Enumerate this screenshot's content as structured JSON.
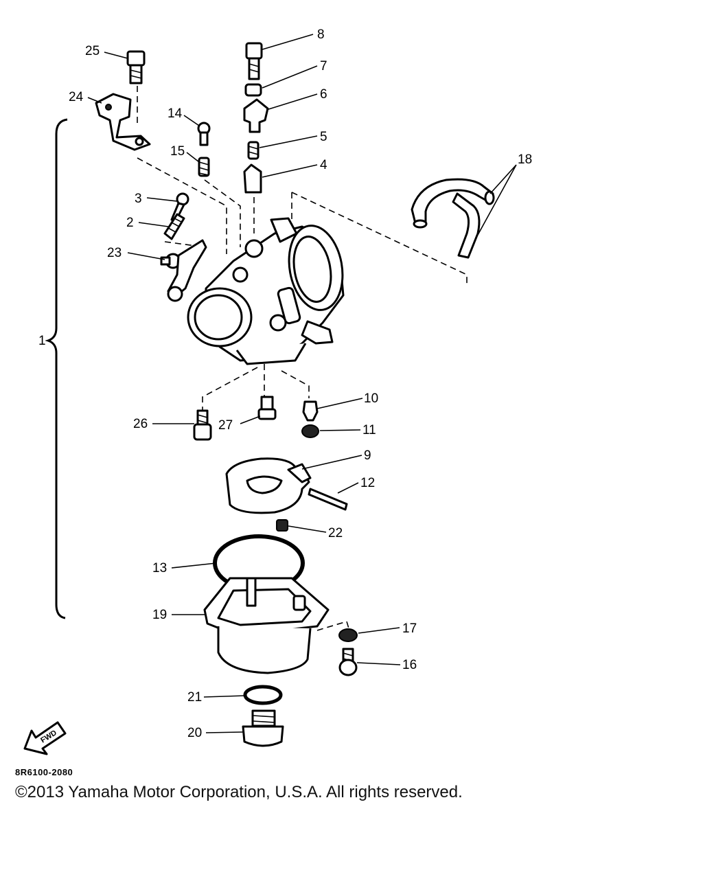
{
  "diagram": {
    "part_numbers": [
      "1",
      "2",
      "3",
      "4",
      "5",
      "6",
      "7",
      "8",
      "9",
      "10",
      "11",
      "12",
      "13",
      "14",
      "15",
      "16",
      "17",
      "18",
      "19",
      "20",
      "21",
      "22",
      "23",
      "24",
      "25",
      "26",
      "27"
    ],
    "fwd_label": "FWD",
    "drawing_code": "8R6100-2080",
    "copyright": "©2013 Yamaha Motor Corporation, U.S.A. All rights reserved."
  }
}
